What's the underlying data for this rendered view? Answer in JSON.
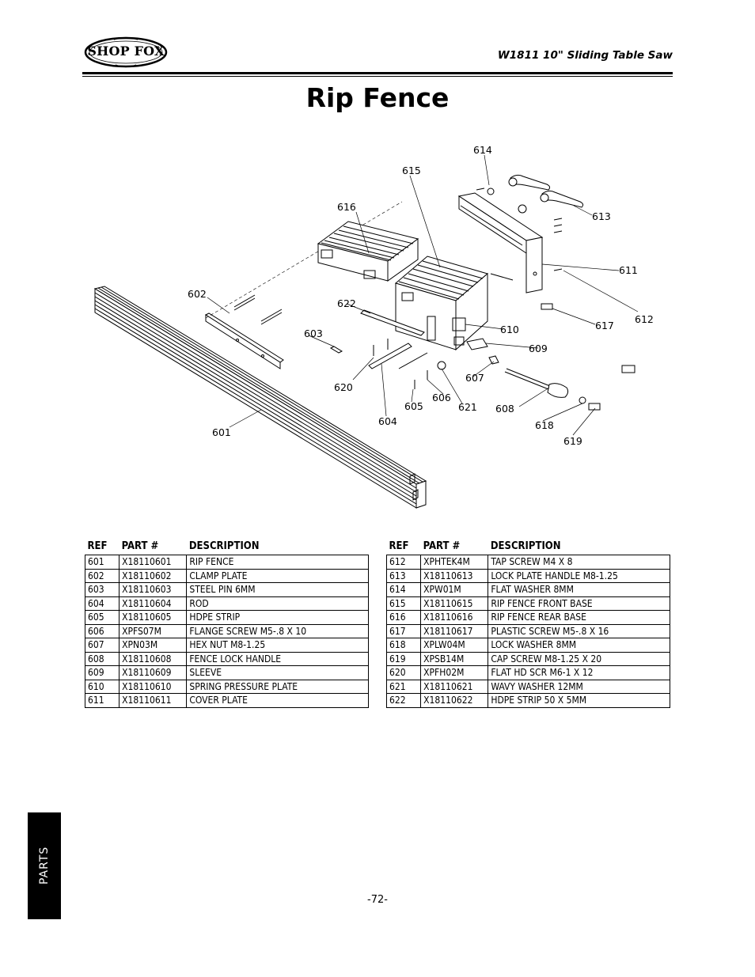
{
  "header": {
    "logo_text": "SHOP FOX",
    "model_title": "W1811 10\" Sliding Table Saw"
  },
  "page_title": "Rip Fence",
  "diagram": {
    "callouts": [
      "601",
      "602",
      "603",
      "604",
      "605",
      "606",
      "607",
      "608",
      "609",
      "610",
      "611",
      "612",
      "613",
      "614",
      "615",
      "616",
      "617",
      "618",
      "619",
      "620",
      "621",
      "622"
    ]
  },
  "table_headers": {
    "ref": "REF",
    "part": "PART #",
    "desc": "DESCRIPTION"
  },
  "parts_left": [
    {
      "ref": "601",
      "part": "X18110601",
      "desc": "RIP FENCE"
    },
    {
      "ref": "602",
      "part": "X18110602",
      "desc": "CLAMP PLATE"
    },
    {
      "ref": "603",
      "part": "X18110603",
      "desc": "STEEL PIN 6MM"
    },
    {
      "ref": "604",
      "part": "X18110604",
      "desc": "ROD"
    },
    {
      "ref": "605",
      "part": "X18110605",
      "desc": "HDPE STRIP"
    },
    {
      "ref": "606",
      "part": "XPFS07M",
      "desc": "FLANGE SCREW M5-.8 X 10"
    },
    {
      "ref": "607",
      "part": "XPN03M",
      "desc": "HEX NUT M8-1.25"
    },
    {
      "ref": "608",
      "part": "X18110608",
      "desc": "FENCE LOCK HANDLE"
    },
    {
      "ref": "609",
      "part": "X18110609",
      "desc": "SLEEVE"
    },
    {
      "ref": "610",
      "part": "X18110610",
      "desc": "SPRING PRESSURE PLATE"
    },
    {
      "ref": "611",
      "part": "X18110611",
      "desc": "COVER PLATE"
    }
  ],
  "parts_right": [
    {
      "ref": "612",
      "part": "XPHTEK4M",
      "desc": "TAP SCREW M4 X 8"
    },
    {
      "ref": "613",
      "part": "X18110613",
      "desc": "LOCK PLATE HANDLE M8-1.25"
    },
    {
      "ref": "614",
      "part": "XPW01M",
      "desc": "FLAT WASHER 8MM"
    },
    {
      "ref": "615",
      "part": "X18110615",
      "desc": "RIP FENCE FRONT BASE"
    },
    {
      "ref": "616",
      "part": "X18110616",
      "desc": "RIP FENCE REAR BASE"
    },
    {
      "ref": "617",
      "part": "X18110617",
      "desc": "PLASTIC SCREW M5-.8 X 16"
    },
    {
      "ref": "618",
      "part": "XPLW04M",
      "desc": "LOCK WASHER 8MM"
    },
    {
      "ref": "619",
      "part": "XPSB14M",
      "desc": "CAP SCREW M8-1.25 X 20"
    },
    {
      "ref": "620",
      "part": "XPFH02M",
      "desc": "FLAT HD SCR M6-1 X 12"
    },
    {
      "ref": "621",
      "part": "X18110621",
      "desc": "WAVY WASHER 12MM"
    },
    {
      "ref": "622",
      "part": "X18110622",
      "desc": "HDPE STRIP 50 X 5MM"
    }
  ],
  "side_tab": "PARTS",
  "page_number": "-72-"
}
